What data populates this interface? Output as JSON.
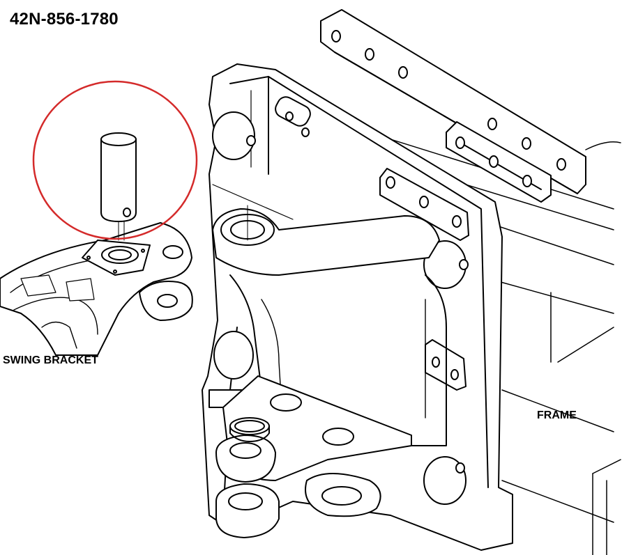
{
  "header": {
    "part_number": "42N-856-1780"
  },
  "labels": {
    "swing_bracket": "SWING BRACKET",
    "frame": "FRAME"
  },
  "colors": {
    "line": "#000000",
    "fill": "#ffffff",
    "highlight_circle": "#d42a2a"
  }
}
